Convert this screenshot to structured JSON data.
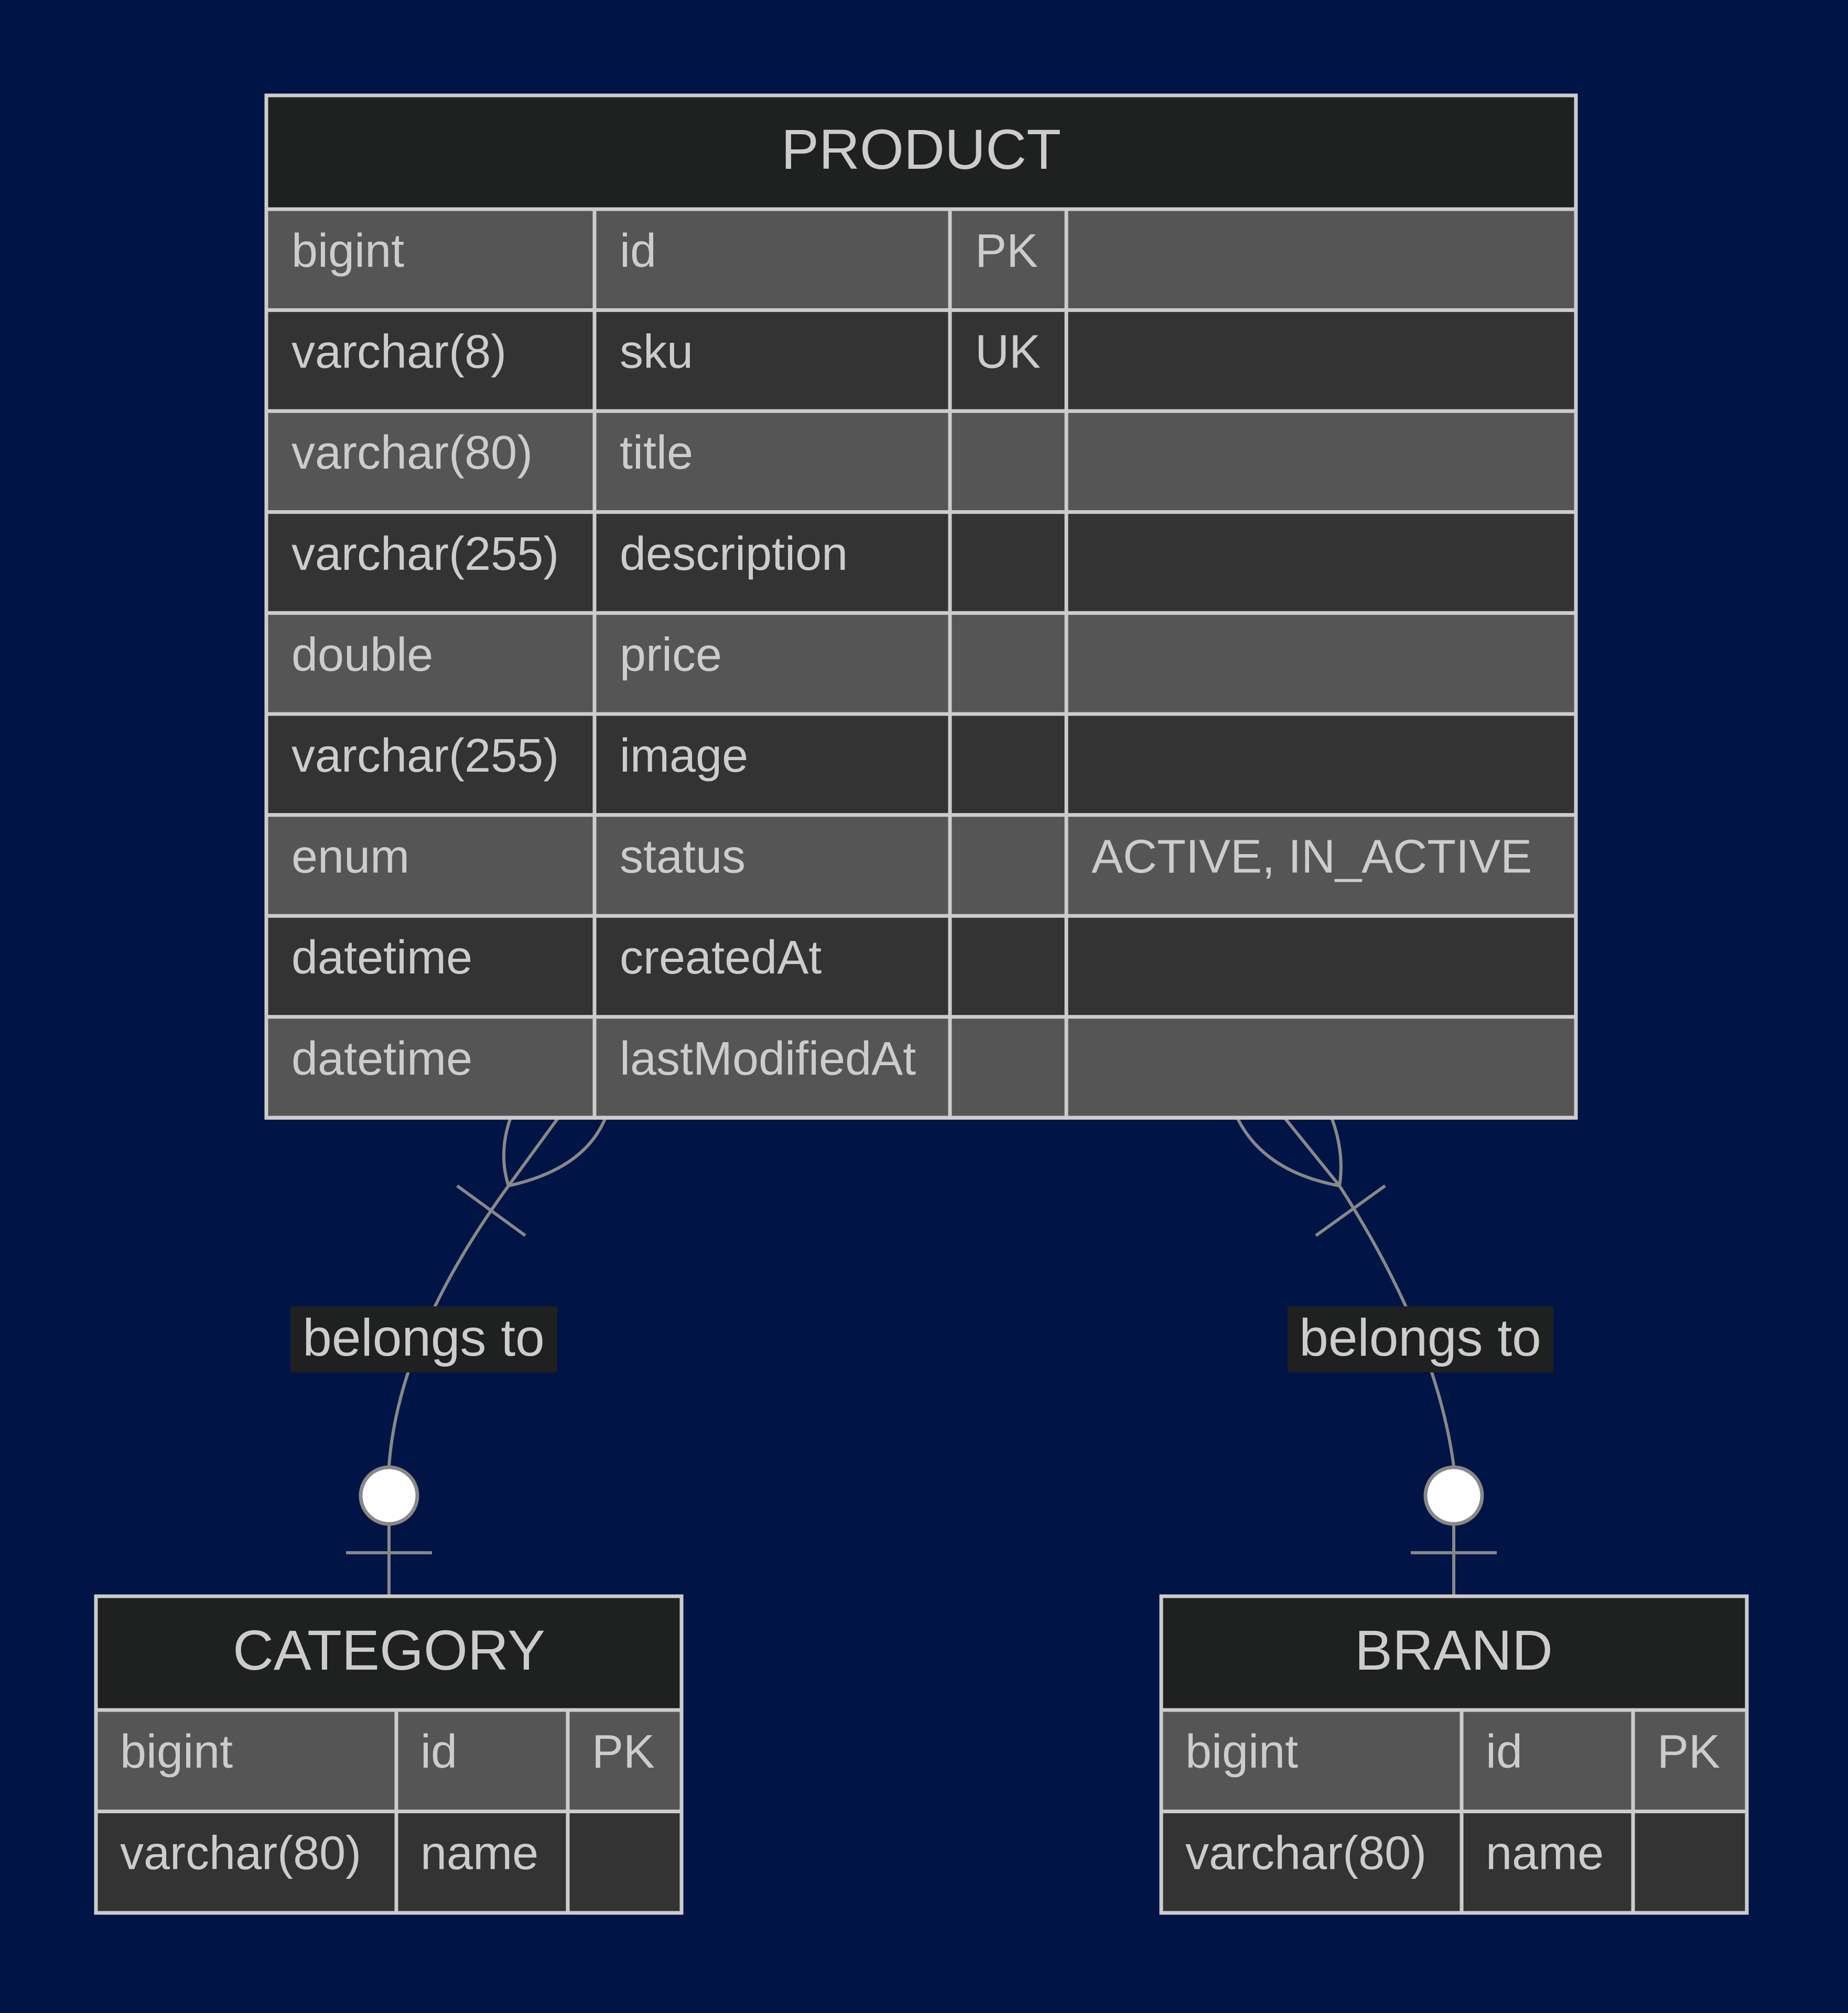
{
  "colors": {
    "background": "#001446",
    "header_fill": "#1f2020",
    "row_odd_fill": "#555555",
    "row_even_fill": "#333333",
    "border": "#cccccc",
    "text": "#cccccc",
    "line": "#888888",
    "label_fill": "#1f2020"
  },
  "entities": {
    "product": {
      "name": "PRODUCT",
      "rows": [
        {
          "type": "bigint",
          "name": "id",
          "key": "PK",
          "comment": ""
        },
        {
          "type": "varchar(8)",
          "name": "sku",
          "key": "UK",
          "comment": ""
        },
        {
          "type": "varchar(80)",
          "name": "title",
          "key": "",
          "comment": ""
        },
        {
          "type": "varchar(255)",
          "name": "description",
          "key": "",
          "comment": ""
        },
        {
          "type": "double",
          "name": "price",
          "key": "",
          "comment": ""
        },
        {
          "type": "varchar(255)",
          "name": "image",
          "key": "",
          "comment": ""
        },
        {
          "type": "enum",
          "name": "status",
          "key": "",
          "comment": "ACTIVE, IN_ACTIVE"
        },
        {
          "type": "datetime",
          "name": "createdAt",
          "key": "",
          "comment": ""
        },
        {
          "type": "datetime",
          "name": "lastModifiedAt",
          "key": "",
          "comment": ""
        }
      ]
    },
    "category": {
      "name": "CATEGORY",
      "rows": [
        {
          "type": "bigint",
          "name": "id",
          "key": "PK"
        },
        {
          "type": "varchar(80)",
          "name": "name",
          "key": ""
        }
      ]
    },
    "brand": {
      "name": "BRAND",
      "rows": [
        {
          "type": "bigint",
          "name": "id",
          "key": "PK"
        },
        {
          "type": "varchar(80)",
          "name": "name",
          "key": ""
        }
      ]
    }
  },
  "relationships": [
    {
      "from": "PRODUCT",
      "to": "CATEGORY",
      "label": "belongs to",
      "from_cardinality": "one-or-more",
      "to_cardinality": "zero-or-one"
    },
    {
      "from": "PRODUCT",
      "to": "BRAND",
      "label": "belongs to",
      "from_cardinality": "one-or-more",
      "to_cardinality": "zero-or-one"
    }
  ]
}
